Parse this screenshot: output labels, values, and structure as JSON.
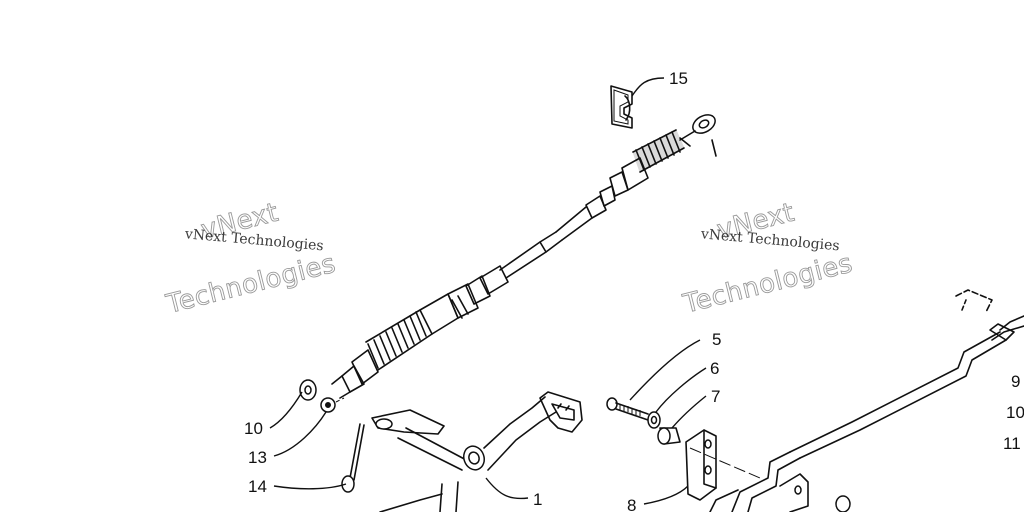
{
  "watermarks": [
    {
      "line1": "vNext",
      "line2": "vNext Technologies",
      "line3": "Technologies"
    },
    {
      "line1": "vNext",
      "line2": "vNext Technologies",
      "line3": "Technologies"
    }
  ],
  "callouts": {
    "c1": "1",
    "c5": "5",
    "c6": "6",
    "c7": "7",
    "c8": "8",
    "c9": "9",
    "c10_left": "10",
    "c10_right": "10",
    "c11": "11",
    "c13": "13",
    "c14": "14",
    "c15": "15"
  }
}
